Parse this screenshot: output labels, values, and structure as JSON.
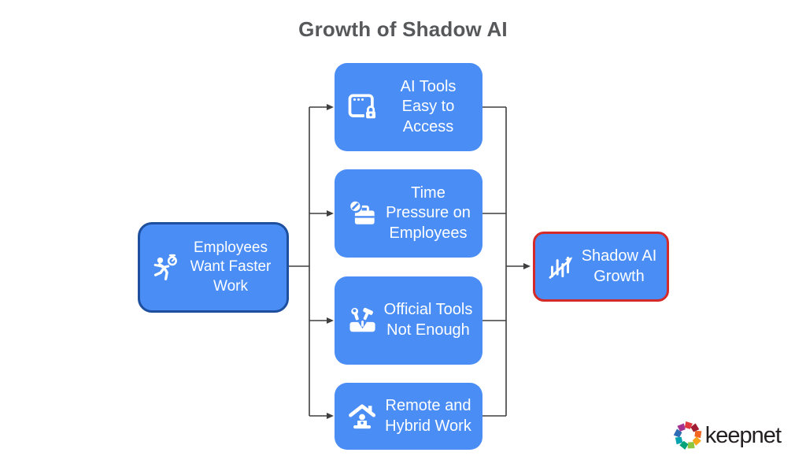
{
  "title": "Growth of Shadow AI",
  "diagram": {
    "cause": {
      "label": "Employees Want Faster Work",
      "icon": "runner-stopwatch-icon"
    },
    "factors": [
      {
        "label": "AI Tools Easy to Access",
        "icon": "browser-lock-icon"
      },
      {
        "label": "Time Pressure on Employees",
        "icon": "briefcase-clock-icon"
      },
      {
        "label": "Official Tools Not Enough",
        "icon": "toolbox-icon"
      },
      {
        "label": "Remote and Hybrid Work",
        "icon": "home-office-icon"
      }
    ],
    "result": {
      "label": "Shadow AI Growth",
      "icon": "growth-chart-icon"
    }
  },
  "branding": {
    "logo_text": "keepnet"
  },
  "colors": {
    "node_fill": "#4a8df5",
    "cause_border": "#1e4f9f",
    "result_border": "#d42a2a",
    "connector": "#3f3f3f",
    "title_text": "#57585a",
    "logo_text": "#231f20"
  }
}
